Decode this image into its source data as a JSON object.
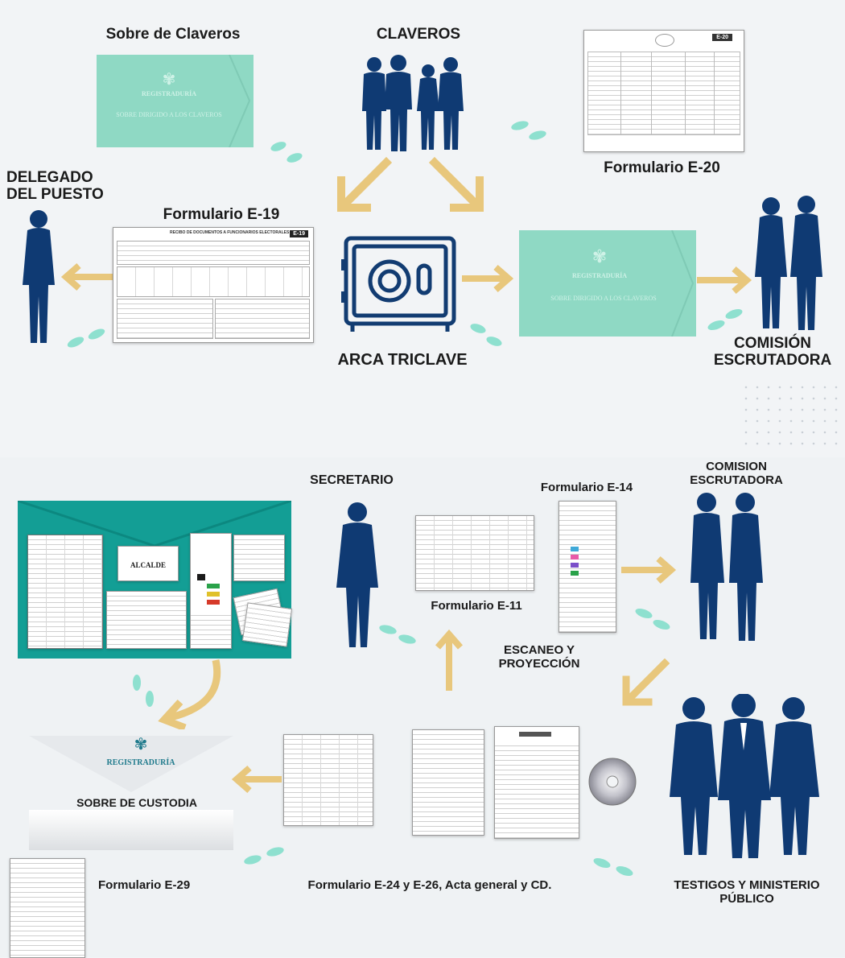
{
  "top": {
    "sobre_claveros": "Sobre de Claveros",
    "claveros": "CLAVEROS",
    "formulario_e20": "Formulario E-20",
    "delegado": "DELEGADO\nDEL PUESTO",
    "formulario_e19": "Formulario E-19",
    "arca_triclave": "ARCA TRICLAVE",
    "comision": "COMISIÓN\nESCRUTADORA",
    "envelope_brand": "REGISTRADURÍA",
    "envelope_text": "SOBRE DIRIGIDO A LOS CLAVEROS",
    "e19_badge": "E-19",
    "e19_title": "RECIBO DE DOCUMENTOS A FUNCIONARIOS ELECTORALES",
    "e20_badge": "E-20"
  },
  "bottom": {
    "secretario": "SECRETARIO",
    "formulario_e14": "Formulario E-14",
    "comision": "COMISION\nESCRUTADORA",
    "formulario_e11": "Formulario E-11",
    "escaneo": "ESCANEO Y\nPROYECCIÓN",
    "sobre_custodia": "SOBRE DE CUSTODIA",
    "formulario_e29": "Formulario E-29",
    "formulario_e24": "Formulario E-24 y E-26, Acta general y CD.",
    "testigos": "TESTIGOS Y MINISTERIO\nPÚBLICO",
    "alcalde": "ALCALDE",
    "custodia_brand": "REGISTRADURÍA"
  },
  "colors": {
    "figure": "#0f3a73",
    "arrow": "#e8c77c",
    "envelope": "#8fd9c4",
    "footprint": "#8ee0cf",
    "teal_panel": "#139e95",
    "safe": "#123c72"
  }
}
